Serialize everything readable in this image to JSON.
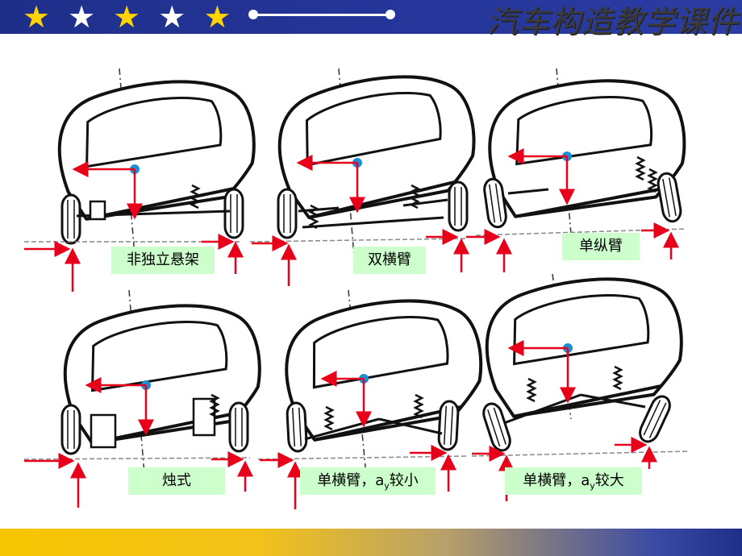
{
  "header": {
    "title": "汽车构造教学课件",
    "stars": [
      "yellow",
      "white",
      "yellow",
      "white",
      "yellow"
    ],
    "colors": {
      "bar": "#25359a",
      "star": "#ffd400"
    }
  },
  "panels": [
    {
      "label": "非独立悬架"
    },
    {
      "label": "双横臂"
    },
    {
      "label": "单纵臂"
    },
    {
      "label": "烛式"
    },
    {
      "label_main": "单横臂，a",
      "label_sub": "y",
      "label_tail": "较小"
    },
    {
      "label_main": "单横臂，a",
      "label_sub": "y",
      "label_tail": "较大"
    }
  ],
  "colors": {
    "arrow": "#e8001b",
    "cg": "#1a8fd6",
    "label_bg": "#ccffcc"
  }
}
